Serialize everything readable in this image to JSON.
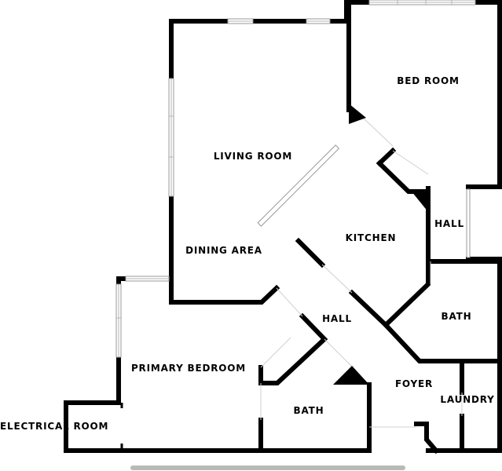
{
  "rooms": {
    "bed_room": "BED ROOM",
    "living_room": "LIVING ROOM",
    "hall_east": "HALL",
    "kitchen": "KITCHEN",
    "dining_area": "DINING AREA",
    "bath_east": "BATH",
    "hall_center": "HALL",
    "primary_bedroom": "PRIMARY BEDROOM",
    "foyer": "FOYER",
    "laundry": "LAUNDRY",
    "bath_south": "BATH",
    "electrical_room": "ELECTRICAL ROOM"
  }
}
